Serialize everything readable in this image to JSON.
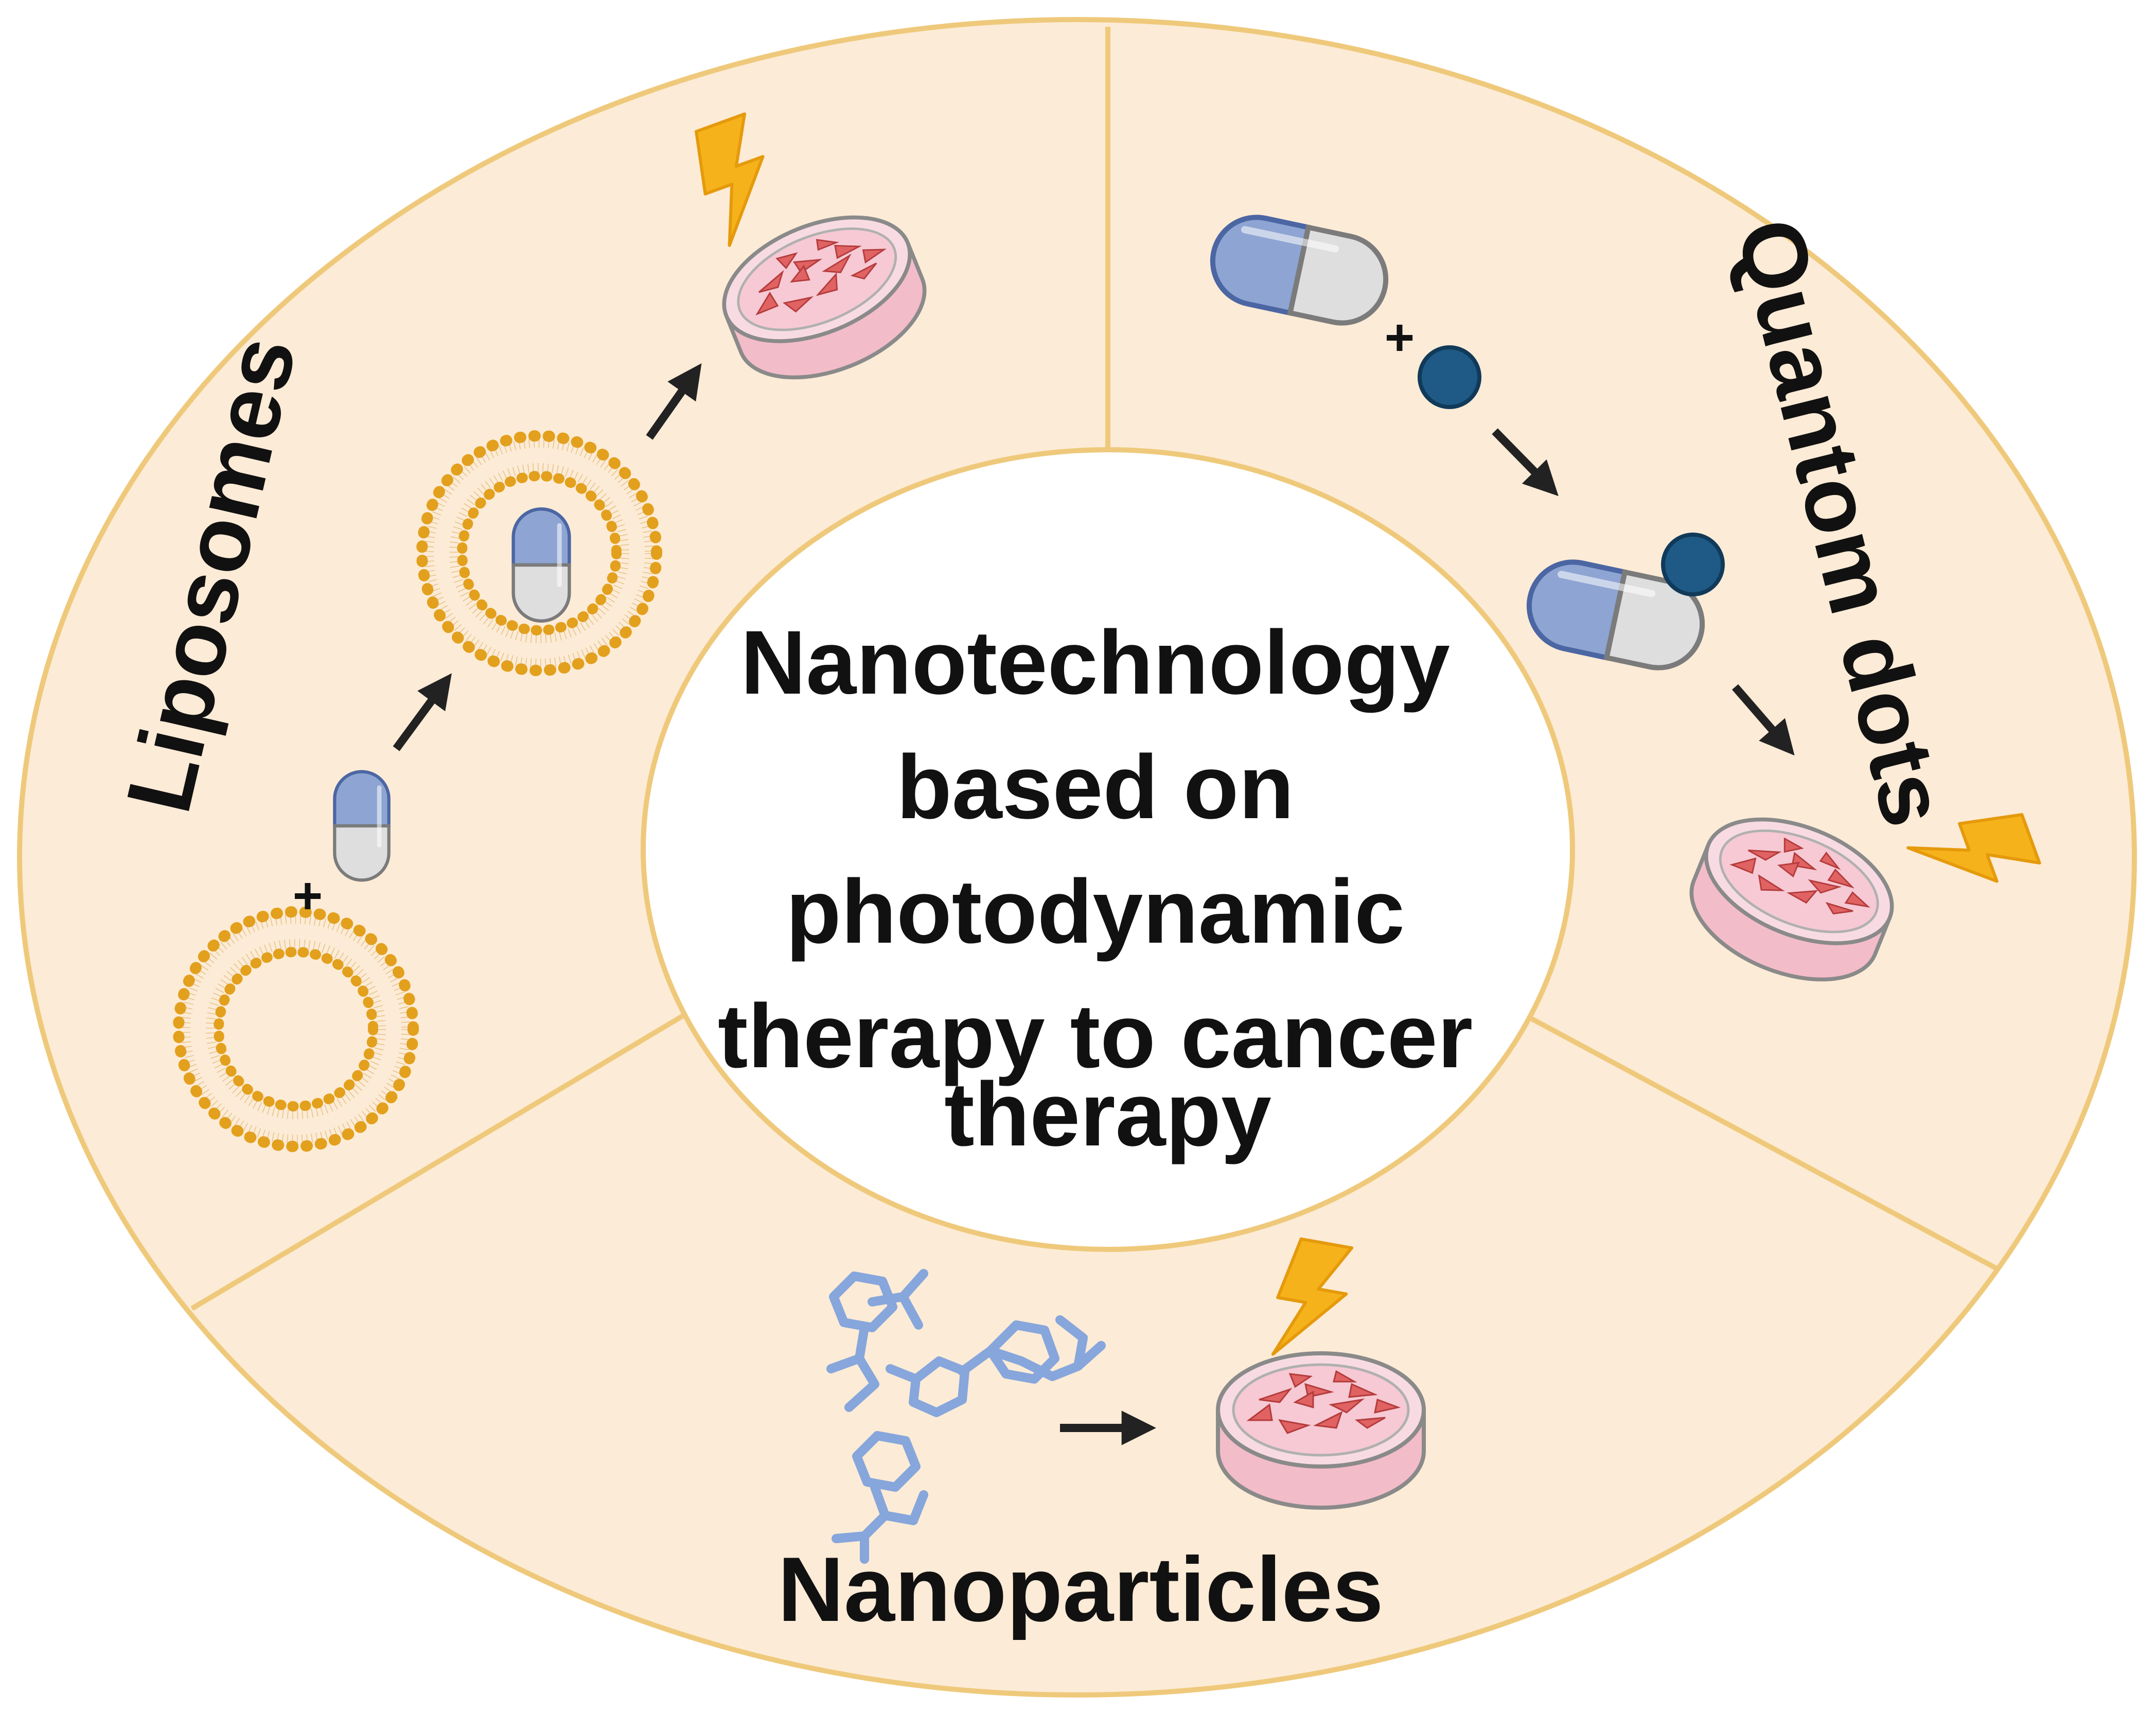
{
  "center": {
    "lines": [
      "Nanotechnology",
      "based on",
      "photodynamic",
      "therapy to cancer",
      "therapy"
    ]
  },
  "sections": {
    "liposomes": {
      "label": "Liposomes"
    },
    "quantum_dots": {
      "label": "Quantom dots"
    },
    "nanoparticles": {
      "label": "Nanoparticles"
    }
  },
  "symbols": {
    "plus": "+"
  },
  "colors": {
    "background": "#fcebd6",
    "border": "#efc97b",
    "center_fill": "#ffffff",
    "liposome": "#e3a01d",
    "capsule_blue": "#8ea4d2",
    "capsule_gray": "#dedede",
    "quantum_dot": "#1f5a86",
    "lightning": "#f6b21a",
    "molecule": "#86a6dc",
    "arrow": "#222222",
    "cell": "#e26a6a",
    "dish": "#f6c9d4"
  },
  "icons": [
    "liposome-icon",
    "capsule-icon",
    "quantum-dot-icon",
    "petri-dish-icon",
    "lightning-icon",
    "molecule-icon",
    "arrow-icon"
  ]
}
